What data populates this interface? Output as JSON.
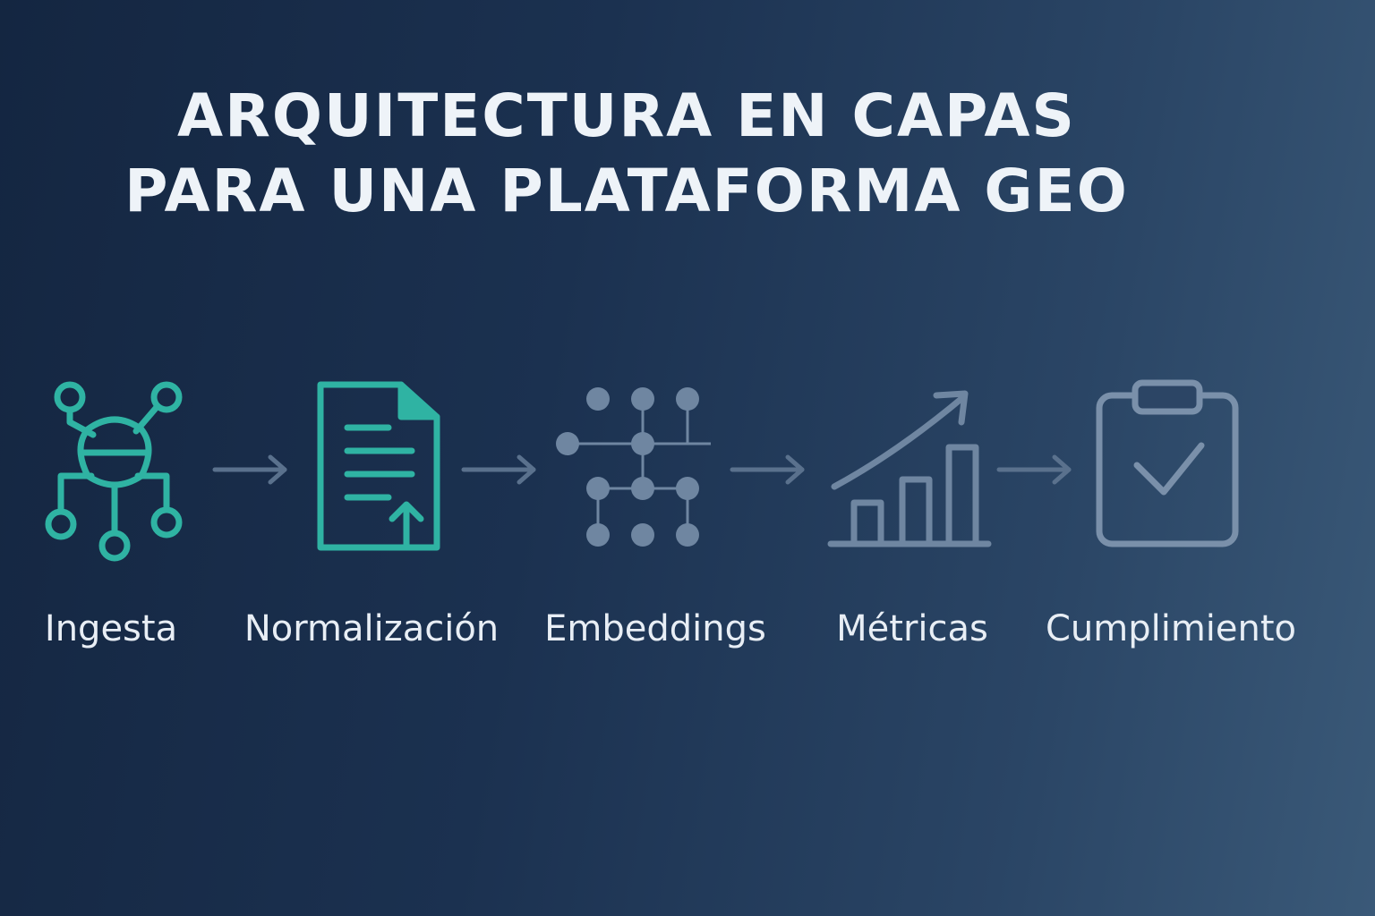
{
  "title": {
    "line1": "ARQUITECTURA EN CAPAS",
    "line2": "PARA UNA PLATAFORMA GEO"
  },
  "stages": [
    {
      "label": "Ingesta",
      "icon": "network-nodes-icon",
      "color": "#2fb3a3"
    },
    {
      "label": "Normalización",
      "icon": "document-upload-icon",
      "color": "#2fb3a3"
    },
    {
      "label": "Embeddings",
      "icon": "dot-grid-icon",
      "color": "#6f86a1"
    },
    {
      "label": "Métricas",
      "icon": "bar-chart-trend-icon",
      "color": "#6f86a1"
    },
    {
      "label": "Cumplimiento",
      "icon": "clipboard-check-icon",
      "color": "#7a90aa"
    }
  ],
  "colors": {
    "background_start": "#142641",
    "background_end": "#3a5978",
    "title": "#eef3f8",
    "label": "#e8eef5",
    "arrow": "#5a718d"
  }
}
